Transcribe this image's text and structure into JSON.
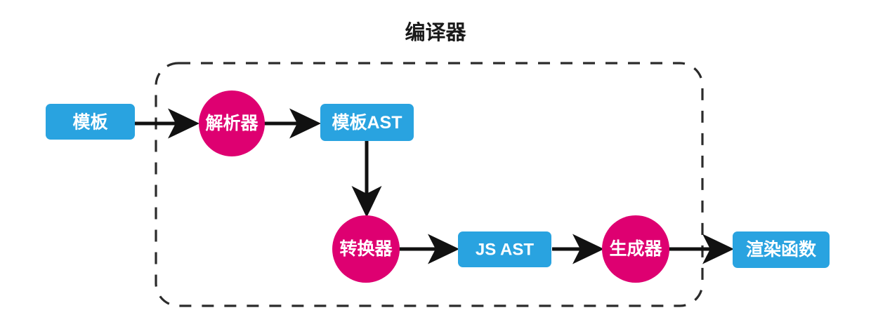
{
  "diagram": {
    "title": "编译器",
    "type": "flowchart",
    "colors": {
      "box_fill": "#29a3e0",
      "circle_fill": "#de0071",
      "arrow": "#111111",
      "group_border": "#2b2b2b",
      "title_text": "#1a1a1a",
      "node_text": "#ffffff",
      "background": "#ffffff"
    },
    "group": {
      "label": "编译器",
      "style": "dashed-rounded-rect"
    },
    "nodes": [
      {
        "id": "template",
        "label": "模板",
        "shape": "rounded-rect",
        "color": "#29a3e0"
      },
      {
        "id": "parser",
        "label": "解析器",
        "shape": "circle",
        "color": "#de0071"
      },
      {
        "id": "template-ast",
        "label": "模板AST",
        "shape": "rounded-rect",
        "color": "#29a3e0"
      },
      {
        "id": "transformer",
        "label": "转换器",
        "shape": "circle",
        "color": "#de0071"
      },
      {
        "id": "js-ast",
        "label": "JS AST",
        "shape": "rounded-rect",
        "color": "#29a3e0"
      },
      {
        "id": "generator",
        "label": "生成器",
        "shape": "circle",
        "color": "#de0071"
      },
      {
        "id": "render-function",
        "label": "渲染函数",
        "shape": "rounded-rect",
        "color": "#29a3e0"
      }
    ],
    "edges": [
      {
        "from": "template",
        "to": "parser",
        "direction": "right"
      },
      {
        "from": "parser",
        "to": "template-ast",
        "direction": "right"
      },
      {
        "from": "template-ast",
        "to": "transformer",
        "direction": "down"
      },
      {
        "from": "transformer",
        "to": "js-ast",
        "direction": "right"
      },
      {
        "from": "js-ast",
        "to": "generator",
        "direction": "right"
      },
      {
        "from": "generator",
        "to": "render-function",
        "direction": "right"
      }
    ]
  }
}
